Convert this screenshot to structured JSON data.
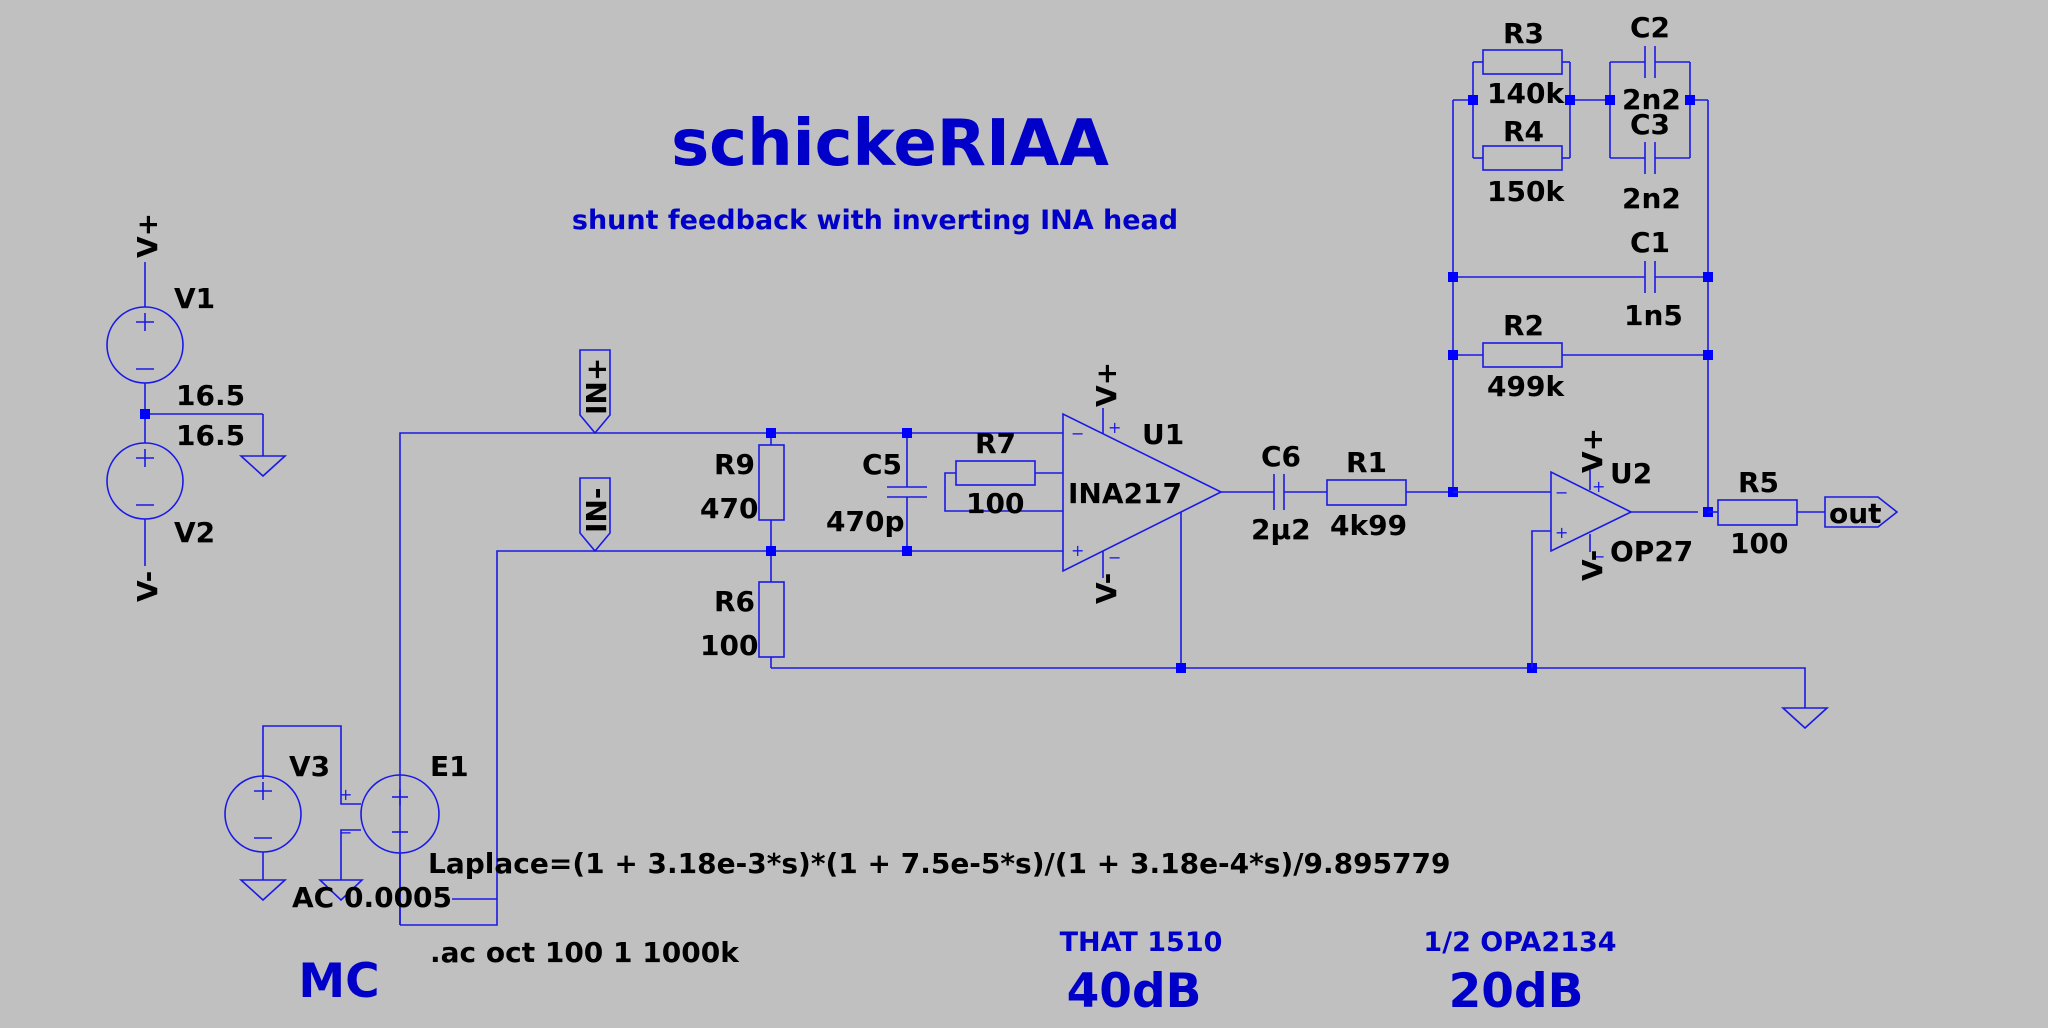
{
  "title": "schickeRIAA",
  "subtitle": "shunt feedback with inverting INA head",
  "notes": {
    "mc": "MC",
    "that_label": "THAT 1510",
    "that_gain": "40dB",
    "opa_label": "1/2 OPA2134",
    "opa_gain": "20dB"
  },
  "directives": {
    "laplace": "Laplace=(1 + 3.18e-3*s)*(1 + 7.5e-5*s)/(1 + 3.18e-4*s)/9.895779",
    "ac_source": "AC 0.0005",
    "analysis": ".ac oct 100 1 1000k"
  },
  "sources": {
    "v1": {
      "name": "V1",
      "value": "16.5"
    },
    "v2": {
      "name": "V2",
      "value": "16.5"
    },
    "v3": {
      "name": "V3"
    },
    "e1": {
      "name": "E1"
    }
  },
  "resistors": {
    "r1": {
      "name": "R1",
      "value": "4k99"
    },
    "r2": {
      "name": "R2",
      "value": "499k"
    },
    "r3": {
      "name": "R3",
      "value": "140k"
    },
    "r4": {
      "name": "R4",
      "value": "150k"
    },
    "r5": {
      "name": "R5",
      "value": "100"
    },
    "r6": {
      "name": "R6",
      "value": "100"
    },
    "r7": {
      "name": "R7",
      "value": "100"
    },
    "r9": {
      "name": "R9",
      "value": "470"
    }
  },
  "capacitors": {
    "c1": {
      "name": "C1",
      "value": "1n5"
    },
    "c2": {
      "name": "C2",
      "value": "2n2"
    },
    "c3": {
      "name": "C3",
      "value": "2n2"
    },
    "c5": {
      "name": "C5",
      "value": "470p"
    },
    "c6": {
      "name": "C6",
      "value": "2µ2"
    }
  },
  "amplifiers": {
    "u1": {
      "name": "U1",
      "model": "INA217"
    },
    "u2": {
      "name": "U2",
      "model": "OP27"
    }
  },
  "net_labels": {
    "in_plus": "IN+",
    "in_minus": "IN-",
    "vplus": "V+",
    "vminus": "V-",
    "out": "out"
  },
  "pin_marks": {
    "plus": "+",
    "minus": "−"
  }
}
